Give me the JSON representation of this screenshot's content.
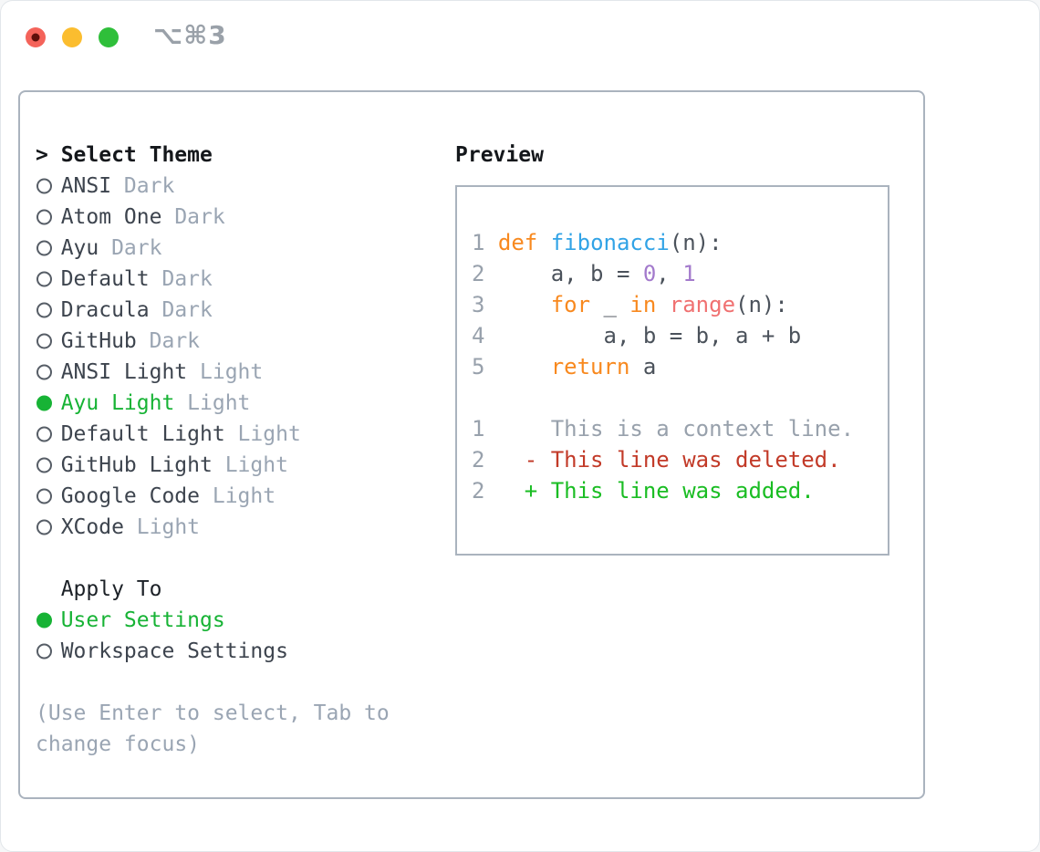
{
  "titlebar": {
    "shortcut": "⌥⌘3"
  },
  "theme_panel": {
    "header": {
      "caret": ">",
      "label": "Select Theme"
    },
    "items": [
      {
        "name": "ANSI",
        "variant": "Dark",
        "selected": false
      },
      {
        "name": "Atom One",
        "variant": "Dark",
        "selected": false
      },
      {
        "name": "Ayu",
        "variant": "Dark",
        "selected": false
      },
      {
        "name": "Default",
        "variant": "Dark",
        "selected": false
      },
      {
        "name": "Dracula",
        "variant": "Dark",
        "selected": false
      },
      {
        "name": "GitHub",
        "variant": "Dark",
        "selected": false
      },
      {
        "name": "ANSI Light",
        "variant": "Light",
        "selected": false
      },
      {
        "name": "Ayu Light",
        "variant": "Light",
        "selected": true
      },
      {
        "name": "Default Light",
        "variant": "Light",
        "selected": false
      },
      {
        "name": "GitHub Light",
        "variant": "Light",
        "selected": false
      },
      {
        "name": "Google Code",
        "variant": "Light",
        "selected": false
      },
      {
        "name": "XCode",
        "variant": "Light",
        "selected": false
      }
    ]
  },
  "apply_panel": {
    "header": "Apply To",
    "items": [
      {
        "name": "User Settings",
        "selected": true
      },
      {
        "name": "Workspace Settings",
        "selected": false
      }
    ]
  },
  "help": {
    "lines": [
      "(Use Enter to select, Tab to",
      "change focus)"
    ]
  },
  "preview": {
    "header": "Preview",
    "lines": [
      [
        [
          "num",
          "1"
        ],
        [
          "plain",
          " "
        ],
        [
          "kw",
          "def"
        ],
        [
          "plain",
          " "
        ],
        [
          "fn",
          "fibonacci"
        ],
        [
          "plain",
          "(n):"
        ]
      ],
      [
        [
          "num",
          "2"
        ],
        [
          "plain",
          "     a, b = "
        ],
        [
          "lit",
          "0"
        ],
        [
          "plain",
          ", "
        ],
        [
          "lit",
          "1"
        ]
      ],
      [
        [
          "num",
          "3"
        ],
        [
          "plain",
          "     "
        ],
        [
          "kw",
          "for"
        ],
        [
          "plain",
          " _ "
        ],
        [
          "kw",
          "in"
        ],
        [
          "plain",
          " "
        ],
        [
          "bi",
          "range"
        ],
        [
          "plain",
          "(n):"
        ]
      ],
      [
        [
          "num",
          "4"
        ],
        [
          "plain",
          "         a, b = b, a + b"
        ]
      ],
      [
        [
          "num",
          "5"
        ],
        [
          "plain",
          "     "
        ],
        [
          "kw",
          "return"
        ],
        [
          "plain",
          " a"
        ]
      ],
      [],
      [
        [
          "num",
          "1"
        ],
        [
          "ctx",
          "     This is a context line."
        ]
      ],
      [
        [
          "num",
          "2"
        ],
        [
          "del",
          "   - This line was deleted."
        ]
      ],
      [
        [
          "num",
          "2"
        ],
        [
          "add",
          "   + This line was added."
        ]
      ]
    ]
  },
  "colors": {
    "green": "#17b335",
    "kw": "#f8891f",
    "fn": "#31a3e6",
    "lit": "#a37acc",
    "bi": "#f07171",
    "num": "#98a1ac",
    "plain": "#4b525b",
    "ctx": "#98a1ac",
    "del": "#c23a28",
    "add": "#1abd23",
    "item": "#3d444e",
    "muted": "#9aa5b3",
    "heading": "#14171b",
    "border": "#aab3be",
    "titlebar_text": "#9aa1a9",
    "light_red": "#f4635a",
    "light_red_dot": "#5e100b",
    "light_yellow": "#fbbd2f",
    "light_green": "#2fbf3a"
  }
}
